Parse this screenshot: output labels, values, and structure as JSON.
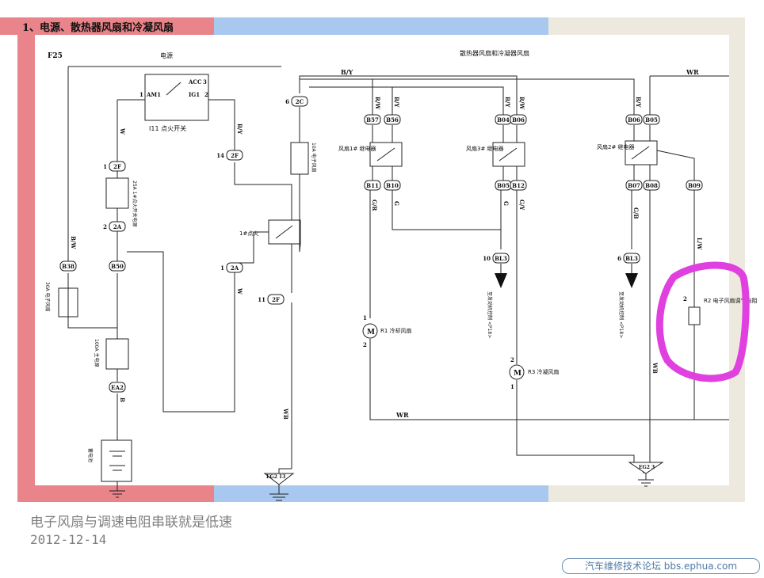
{
  "header": {
    "title": "1、电源、散热器风扇和冷凝风扇"
  },
  "diagram": {
    "sheet_ref": "F25",
    "section_power": "电源",
    "section_fans": "散热器风扇和冷凝器风扇",
    "ignition_switch": {
      "name": "I11 点火开关",
      "am1": "AM1",
      "acc": "ACC",
      "ig1": "IG1",
      "pin1": "1",
      "pin2": "2",
      "pin3": "3"
    },
    "fuses": {
      "f25a": "25A 1#点火开关电源",
      "f30a": "30A 电子风扇",
      "f100a": "100A 主电源",
      "f10a": "10A 电子风扇"
    },
    "connectors": {
      "c2f_1": "2F",
      "c2f_1_pin": "1",
      "c2a": "2A",
      "c2a_pin": "2",
      "c2f_14": "2F",
      "c2f_14_pin": "14",
      "c2a_r": "2A",
      "c2a_r_pin": "1",
      "c2c": "2C",
      "c2c_pin": "6",
      "c2f_11": "2F",
      "c2f_11_pin": "11",
      "b38": "B38",
      "b50": "B50",
      "ea2": "EA2",
      "b57": "B57",
      "b56": "B56",
      "b11": "B11",
      "b10": "B10",
      "b04": "B04",
      "b06": "B06",
      "b05": "B05",
      "b12": "B12",
      "b06b": "B06",
      "b05b": "B05",
      "b07": "B07",
      "b08": "B08",
      "b09": "B09",
      "bl3_a": "BL3",
      "bl3_a_pin": "10",
      "bl3_b": "BL3",
      "bl3_b_pin": "6"
    },
    "relays": {
      "main": "1#点火",
      "fan1": "风扇1# 继电器",
      "fan3": "风扇3# 继电器",
      "fan2": "风扇2# 继电器"
    },
    "wires": {
      "w": "W",
      "bw": "B/W",
      "by": "B/Y",
      "b": "B",
      "wr": "WR",
      "wb": "WB",
      "gr": "G/R",
      "g": "G",
      "gy": "G/Y",
      "gb": "G/B",
      "lw": "L/W",
      "rw": "R/W"
    },
    "motors": {
      "m1": "R1 冷却风扇",
      "m1_pin1": "1",
      "m1_pin2": "2",
      "m3": "R3 冷凝风扇",
      "m3_pin1": "1",
      "m3_pin2": "2"
    },
    "resistor": "R2 电子风扇调节电阻",
    "resistor_pin": "2",
    "ecm_a": "至发动机控制 <P18>",
    "ecm_b": "至发动机控制 <P18>",
    "battery": "蓄电池",
    "ground_left": "EG2 13",
    "ground_right": "EG2 3"
  },
  "caption": "电子风扇与调速电阻串联就是低速",
  "date": "2012-12-14",
  "watermark": "汽车维修技术论坛 bbs.ephua.com",
  "colors": {
    "band_red": "#e8848a",
    "band_blue": "#a8c8f0",
    "band_beige": "#eee9df",
    "highlight": "#e040e0"
  }
}
